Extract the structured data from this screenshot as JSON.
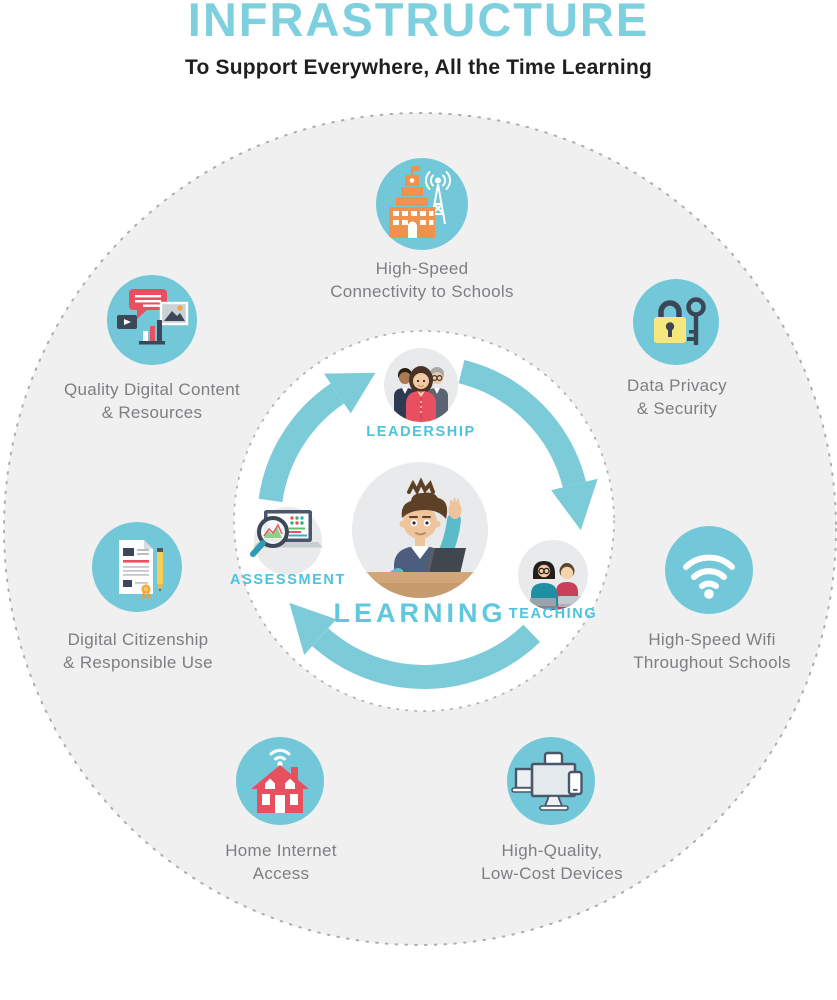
{
  "header": {
    "title": "INFRASTRUCTURE",
    "subtitle": "To Support Everywhere, All the Time Learning"
  },
  "cycle": {
    "center_label": "LEARNING",
    "nodes": [
      {
        "label": "LEADERSHIP"
      },
      {
        "label": "TEACHING"
      },
      {
        "label": "ASSESSMENT"
      }
    ]
  },
  "outer_items": [
    {
      "id": "connectivity",
      "line1": "High-Speed",
      "line2": "Connectivity to Schools",
      "icon": "school-antenna-icon"
    },
    {
      "id": "privacy",
      "line1": "Data Privacy",
      "line2": "& Security",
      "icon": "lock-key-icon"
    },
    {
      "id": "wifi",
      "line1": "High-Speed Wifi",
      "line2": "Throughout Schools",
      "icon": "wifi-icon"
    },
    {
      "id": "devices",
      "line1": "High-Quality,",
      "line2": "Low-Cost Devices",
      "icon": "devices-icon"
    },
    {
      "id": "home",
      "line1": "Home Internet",
      "line2": "Access",
      "icon": "house-wifi-icon"
    },
    {
      "id": "citizenship",
      "line1": "Digital Citizenship",
      "line2": "& Responsible Use",
      "icon": "document-pencil-icon"
    },
    {
      "id": "content",
      "line1": "Quality Digital Content",
      "line2": "& Resources",
      "icon": "media-content-icon"
    }
  ],
  "colors": {
    "title_teal": "#7ed0de",
    "icon_teal": "#72c8d8",
    "arrow_teal": "#7bcbd9",
    "label_gray": "#7d7e82",
    "node_label_teal": "#4cc3dd",
    "accent_red": "#e8505f",
    "accent_orange": "#f0914e",
    "accent_yellow": "#f7e87e",
    "accent_navy": "#3c4757",
    "outer_circle_fill": "#f0f0f1",
    "subtitle_dark": "#1f1f21"
  }
}
